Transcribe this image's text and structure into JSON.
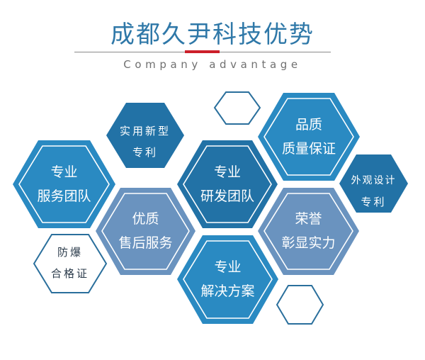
{
  "header": {
    "title": "成都久尹科技优势",
    "subtitle": "Company advantage"
  },
  "colors": {
    "title_blue": "#2f78a8",
    "accent_red": "#cc1f2a",
    "hex_bright_blue": "#2a8ac2",
    "hex_dark_blue": "#2272a6",
    "hex_slate_blue": "#6a93bf",
    "outline_blue": "#2a6f9c"
  },
  "hexagons": [
    {
      "id": "service-team",
      "line1": "专业",
      "line2": "服务团队",
      "style": "bright"
    },
    {
      "id": "after-sales",
      "line1": "优质",
      "line2": "售后服务",
      "style": "slate"
    },
    {
      "id": "rd-team",
      "line1": "专业",
      "line2": "研发团队",
      "style": "dark"
    },
    {
      "id": "quality",
      "line1": "品质",
      "line2": "质量保证",
      "style": "bright"
    },
    {
      "id": "honor",
      "line1": "荣誉",
      "line2": "彰显实力",
      "style": "slate"
    },
    {
      "id": "solutions",
      "line1": "专业",
      "line2": "解决方案",
      "style": "bright"
    },
    {
      "id": "utility-patent",
      "line1": "实用新型",
      "line2": "专利",
      "style": "dark-small"
    },
    {
      "id": "design-patent",
      "line1": "外观设计",
      "line2": "专利",
      "style": "dark-small"
    },
    {
      "id": "explosion-proof",
      "line1": "防爆",
      "line2": "合格证",
      "style": "outline"
    }
  ]
}
